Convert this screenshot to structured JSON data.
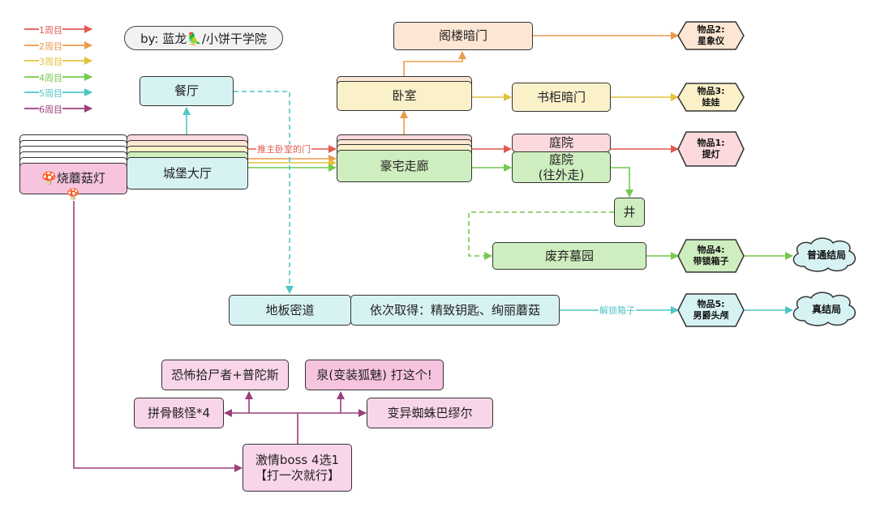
{
  "colors": {
    "red": "#e05a4f",
    "orange": "#eb9a4b",
    "yellow": "#e2c23a",
    "green": "#74c94e",
    "cyan": "#4ec6c6",
    "purple": "#9b3f7d",
    "fill_orange": "#fde7d4",
    "fill_yellow": "#fbf1c9",
    "fill_green": "#cfeebf",
    "fill_cyan": "#d7f2f3",
    "fill_pink": "#fbd9dc",
    "fill_magenta": "#f7c4e0",
    "fill_boss": "#f9d5ea"
  },
  "legend": [
    {
      "label": "1周目",
      "color": "red"
    },
    {
      "label": "2周目",
      "color": "orange"
    },
    {
      "label": "3周目",
      "color": "yellow"
    },
    {
      "label": "4周目",
      "color": "green"
    },
    {
      "label": "5周目",
      "color": "cyan"
    },
    {
      "label": "6周目",
      "color": "purple"
    }
  ],
  "byline": "by: 蓝龙🦜/小饼干学院",
  "nodes": {
    "mushroom_lamp": "🍄烧蘑菇灯",
    "mushroom_icon": "🍄",
    "castle_hall": "城堡大厅",
    "dining_room": "餐厅",
    "bedroom": "卧室",
    "attic_door": "阁楼暗门",
    "bookshelf_door": "书柜暗门",
    "mansion_corridor": "豪宅走廊",
    "courtyard": "庭院",
    "courtyard_out_line1": "庭院",
    "courtyard_out_line2": "(往外走)",
    "well": "井",
    "cemetery": "废弃墓园",
    "floor_passage": "地板密道",
    "obtain_in_order": "依次取得：精致钥匙、绚丽蘑菇",
    "boss_a": "恐怖拾尸者+普陀斯",
    "boss_b": "泉(变装狐魅) 打这个!",
    "boss_c": "拼骨骸怪*4",
    "boss_d": "变异蜘蛛巴缪尔",
    "boss_main_line1": "激情boss 4选1",
    "boss_main_line2": "【打一次就行】"
  },
  "items": {
    "item2": {
      "line1": "物品2:",
      "line2": "星象仪"
    },
    "item3": {
      "line1": "物品3:",
      "line2": "娃娃"
    },
    "item1": {
      "line1": "物品1:",
      "line2": "提灯"
    },
    "item4": {
      "line1": "物品4:",
      "line2": "带锁箱子"
    },
    "item5": {
      "line1": "物品5:",
      "line2": "男爵头颅"
    }
  },
  "endings": {
    "normal": "普通结局",
    "true": "真结局"
  },
  "edge_labels": {
    "push_door": "推主卧室的门",
    "unlock_box": "解锁箱子"
  }
}
